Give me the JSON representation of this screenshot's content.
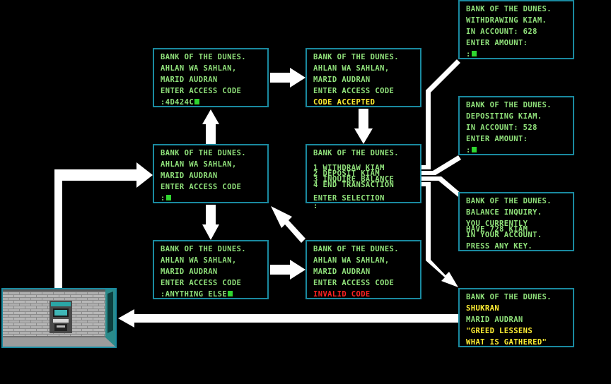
{
  "screens": {
    "login_input": {
      "header": "BANK OF THE DUNES.",
      "greeting": "AHLAN WA SAHLAN,",
      "name": "MARID AUDRAN",
      "prompt": "ENTER ACCESS CODE",
      "entry": ":4D424C"
    },
    "accepted": {
      "header": "BANK OF THE DUNES.",
      "greeting": "AHLAN WA SAHLAN,",
      "name": "MARID AUDRAN",
      "prompt": "ENTER ACCESS CODE",
      "status": "CODE ACCEPTED"
    },
    "login_start": {
      "header": "BANK OF THE DUNES.",
      "greeting": "AHLAN WA SAHLAN,",
      "name": "MARID AUDRAN",
      "prompt": "ENTER ACCESS CODE",
      "entry": ":"
    },
    "menu": {
      "header": "BANK OF THE DUNES.",
      "options": [
        "1 WITHDRAW KIAM",
        "2 DEPOSIT KIAM",
        "3 INQUIRE BALANCE",
        "4 END TRANSACTION"
      ],
      "prompt": "ENTER SELECTION",
      "entry": ":"
    },
    "wrong_input": {
      "header": "BANK OF THE DUNES.",
      "greeting": "AHLAN WA SAHLAN,",
      "name": "MARID AUDRAN",
      "prompt": "ENTER ACCESS CODE",
      "entry": ":ANYTHING ELSE"
    },
    "invalid": {
      "header": "BANK OF THE DUNES.",
      "greeting": "AHLAN WA SAHLAN,",
      "name": "MARID AUDRAN",
      "prompt": "ENTER ACCESS CODE",
      "status": "INVALID CODE"
    },
    "withdraw": {
      "header": "BANK OF THE DUNES.",
      "action": "WITHDRAWING KIAM.",
      "balance": "IN ACCOUNT: 628",
      "prompt": "ENTER AMOUNT:",
      "entry": ":"
    },
    "deposit": {
      "header": "BANK OF THE DUNES.",
      "action": "DEPOSITING KIAM.",
      "balance": "IN ACCOUNT: 528",
      "prompt": "ENTER AMOUNT:",
      "entry": ":"
    },
    "inquiry": {
      "header": "BANK OF THE DUNES.",
      "action": "BALANCE INQUIRY.",
      "line1": "YOU CURRENTLY",
      "line2": "HAVE 728 KIAM",
      "line3": "IN YOUR ACCOUNT.",
      "prompt": "PRESS ANY KEY."
    },
    "goodbye": {
      "header": "BANK OF THE DUNES.",
      "farewell": "SHUKRAN",
      "name": "MARID AUDRAN",
      "quote1": "\"GREED LESSENS",
      "quote2": "WHAT IS GATHERED\""
    }
  },
  "colors": {
    "screen_text": "#8fe07a",
    "border": "#1a8aa0",
    "highlight": "#ffee33",
    "error": "#ff2222",
    "arrow": "#ffffff",
    "background": "#000000"
  }
}
